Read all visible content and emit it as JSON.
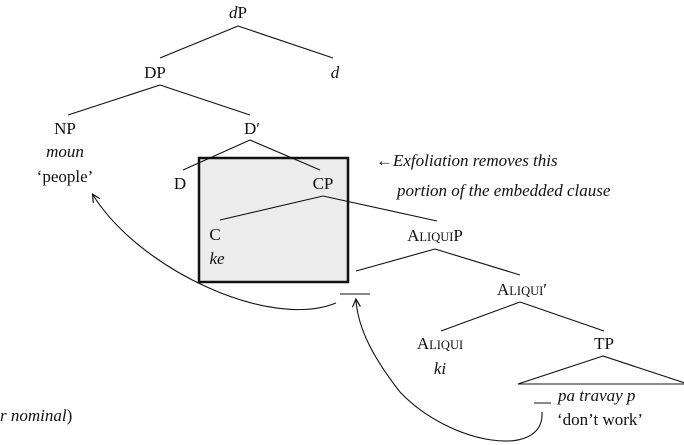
{
  "tree": {
    "root": {
      "pre": "d",
      "post": "P"
    },
    "dp": "DP",
    "d_head": "d",
    "np": "NP",
    "np_word": "moun",
    "np_gloss": "‘people’",
    "dbar": "D′",
    "d": "D",
    "cp": "CP",
    "c": "C",
    "c_word": "ke",
    "aliquip": {
      "cap": "A",
      "small": "LIQUI",
      "post": "P"
    },
    "aliquibar": {
      "cap": "A",
      "small": "LIQUI",
      "post": "′"
    },
    "aliqui": {
      "cap": "A",
      "small": "LIQUI"
    },
    "aliqui_word": "ki",
    "tp": "TP",
    "tp_words": "pa travay p",
    "tp_gloss": "‘don’t work’"
  },
  "annotation": {
    "arrow": "←",
    "line1": "Exfoliation removes this",
    "line2": "portion of the embedded clause"
  },
  "cut_text": "r nominal",
  "cut_paren": ")",
  "colors": {
    "box_fill": "#ececec",
    "ink": "#111111"
  }
}
